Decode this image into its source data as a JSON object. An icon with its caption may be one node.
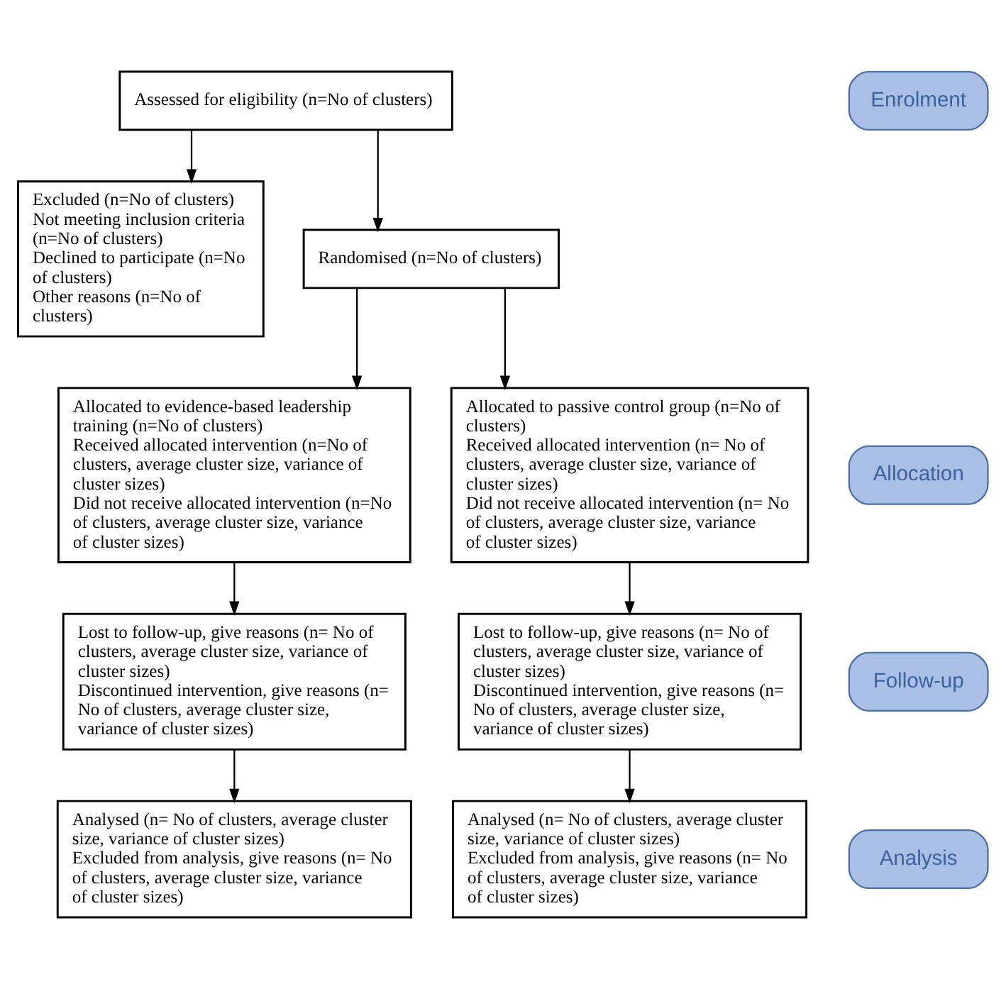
{
  "diagram": {
    "nodes": [
      {
        "text": [
          "Assessed for eligibility (n=No of clusters)"
        ]
      },
      {
        "text": [
          "Excluded (n=No of clusters)",
          "Not meeting inclusion criteria (n=No of clusters)",
          "Declined to participate (n=No of clusters)",
          "Other reasons (n=No of clusters)"
        ]
      },
      {
        "text": [
          "Randomised (n=No of clusters)"
        ]
      },
      {
        "text": [
          "Allocated to evidence-based leadership training (n=No of clusters)",
          "Received allocated intervention (n=No of clusters, average cluster size, variance of cluster sizes)",
          "Did not receive allocated intervention (n=No of clusters, average cluster size, variance of cluster sizes)"
        ]
      },
      {
        "text": [
          "Allocated to passive control group (n=No of clusters)",
          "Received allocated intervention (n= No of clusters, average cluster size, variance of cluster sizes)",
          "Did not receive allocated intervention (n= No of clusters, average cluster size, variance of cluster sizes)"
        ]
      },
      {
        "text": [
          "Lost to follow-up, give reasons (n= No of clusters, average cluster size, variance of cluster sizes)",
          "Discontinued intervention, give reasons (n= No of clusters, average cluster size, variance of cluster sizes)"
        ]
      },
      {
        "text": [
          "Lost to follow-up, give reasons (n= No of clusters, average cluster size, variance of cluster sizes)",
          "Discontinued intervention, give reasons (n= No of clusters, average cluster size, variance of cluster sizes)"
        ]
      },
      {
        "text": [
          "Analysed (n= No of clusters, average cluster size, variance of cluster sizes)",
          "Excluded from analysis, give reasons (n= No of clusters, average cluster size, variance of cluster sizes)"
        ]
      },
      {
        "text": [
          "Analysed (n= No of clusters, average cluster size, variance of cluster sizes)",
          "Excluded from analysis, give reasons (n= No of clusters, average cluster size, variance of cluster sizes)"
        ]
      },
      {
        "text": [
          "Enrolment"
        ]
      },
      {
        "text": [
          "Allocation"
        ]
      },
      {
        "text": [
          "Follow-up"
        ]
      },
      {
        "text": [
          "Analysis"
        ]
      }
    ],
    "edges": [
      {
        "from": 0,
        "to": 2,
        "arrow": "to"
      },
      {
        "from": 0,
        "to": 1,
        "arrow": "to"
      },
      {
        "from": 2,
        "to": 3,
        "arrow": "to"
      },
      {
        "from": 2,
        "to": 4,
        "arrow": "to"
      },
      {
        "from": 3,
        "to": 5,
        "arrow": "to"
      },
      {
        "from": 4,
        "to": 6,
        "arrow": "to"
      },
      {
        "from": 5,
        "to": 7,
        "arrow": "to"
      },
      {
        "from": 6,
        "to": 8,
        "arrow": "to"
      }
    ]
  }
}
